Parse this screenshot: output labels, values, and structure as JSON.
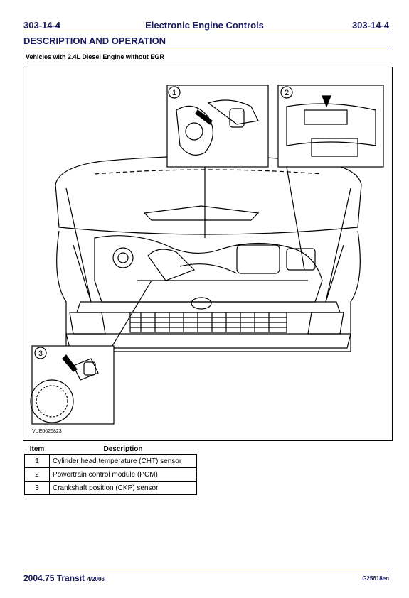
{
  "header": {
    "left": "303-14-4",
    "center": "Electronic Engine Controls",
    "right": "303-14-4"
  },
  "section_title": "DESCRIPTION AND OPERATION",
  "subtitle": "Vehicles with 2.4L Diesel Engine without EGR",
  "figure": {
    "code": "VUE0025823",
    "callouts": [
      "1",
      "2",
      "3"
    ]
  },
  "legend": {
    "col_item": "Item",
    "col_description": "Description",
    "rows": [
      {
        "item": "1",
        "description": "Cylinder head temperature (CHT) sensor"
      },
      {
        "item": "2",
        "description": "Powertrain control module (PCM)"
      },
      {
        "item": "3",
        "description": "Crankshaft position (CKP) sensor"
      }
    ]
  },
  "footer": {
    "title": "2004.75 Transit",
    "date": "4/2006",
    "code": "G25618en"
  }
}
